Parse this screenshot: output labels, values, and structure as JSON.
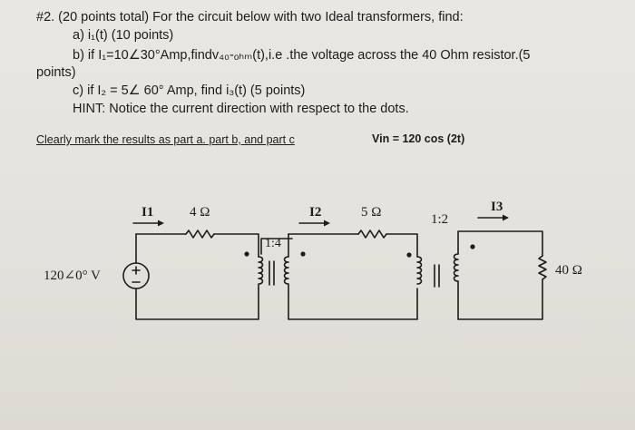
{
  "problem": {
    "title": "#2. (20 points total) For the circuit below with two Ideal transformers, find:",
    "part_a": "a) i₁(t) (10 points)",
    "part_b": "b) if I₁=10∠30°Amp,findv₄₀-ₒₕₘ(t),i.e .the voltage across the 40 Ohm resistor.(5",
    "part_b_cont": "points)",
    "part_c": "c) if I₂ = 5∠ 60° Amp, find i₃(t) (5 points)",
    "hint": "HINT: Notice the current direction with respect to the dots."
  },
  "instructions": {
    "mark_results": "Clearly mark the results as part a. part b, and part c",
    "vin": "Vin = 120 cos (2t)"
  },
  "circuit": {
    "source_label": "120∠0° V",
    "source_polarity": "+",
    "resistor1": "4 Ω",
    "resistor2": "5 Ω",
    "resistor3": "40 Ω",
    "current1": "I1",
    "current2": "I2",
    "current3": "I3",
    "transformer1_ratio": "1:4",
    "transformer2_ratio": "1:2"
  },
  "colors": {
    "ink": "#1c1c1c",
    "paper": "#e6e4de"
  }
}
